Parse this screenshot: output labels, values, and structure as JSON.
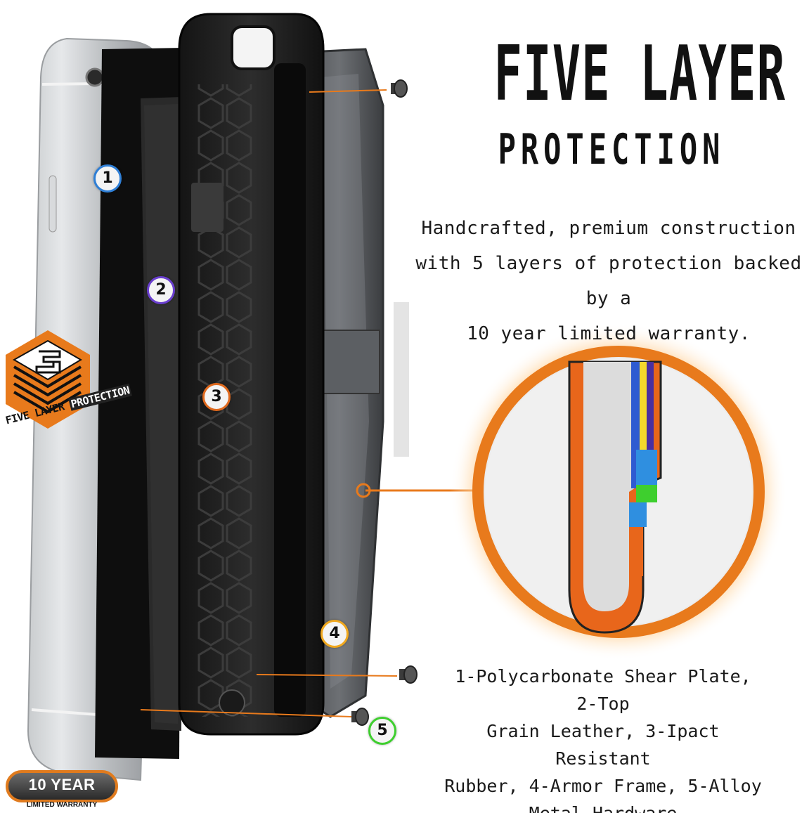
{
  "headline": {
    "title": "FIVE LAYER",
    "subtitle": "PROTECTION"
  },
  "description": {
    "line1": "Handcrafted, premium construction",
    "line2": "with 5 layers of protection backed by a",
    "line3": "10 year limited warranty."
  },
  "layers_legend": {
    "line1": "1-Polycarbonate Shear Plate, 2-Top",
    "line2": "Grain Leather, 3-Ipact Resistant",
    "line3": "Rubber, 4-Armor Frame, 5-Alloy",
    "line4": "Metal Hardware"
  },
  "badges": [
    {
      "label": "1",
      "color": "#2f7fd6"
    },
    {
      "label": "2",
      "color": "#6a3fcf"
    },
    {
      "label": "3",
      "color": "#e06a1e"
    },
    {
      "label": "4",
      "color": "#f0a81e"
    },
    {
      "label": "5",
      "color": "#3ecf2e"
    }
  ],
  "five_layer_logo": {
    "text_dark": "FIVE LAYER",
    "text_highlight": "PROTECTION"
  },
  "warranty_badge": {
    "main": "10 YEAR",
    "sub": "LIMITED WARRANTY"
  },
  "colors": {
    "accent_orange": "#e87a1c",
    "text_dark": "#111111",
    "case_black": "#1e1e1e"
  }
}
